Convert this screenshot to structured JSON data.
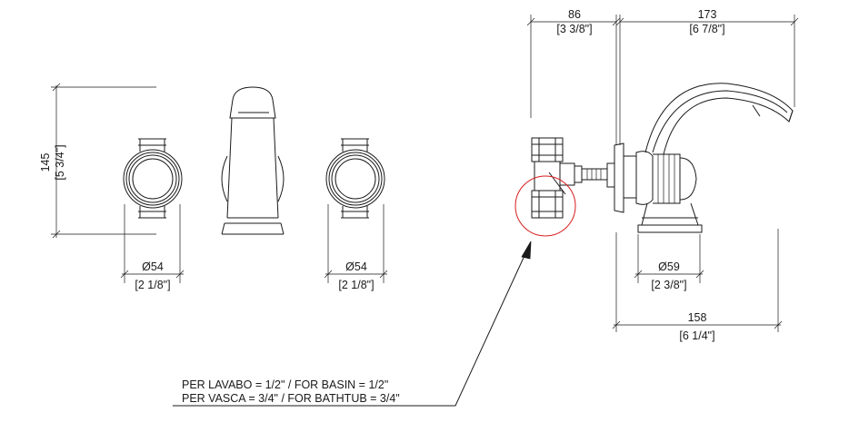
{
  "colors": {
    "line": "#1a1a1a",
    "highlight": "#d81e1e",
    "background": "#ffffff"
  },
  "dimensions": {
    "height": {
      "mm": "145",
      "inch": "[5 3/4\"]"
    },
    "left_handle_dia": {
      "mm": "Ø54",
      "inch": "[2 1/8\"]"
    },
    "right_handle_dia": {
      "mm": "Ø54",
      "inch": "[2 1/8\"]"
    },
    "connector_depth": {
      "mm": "86",
      "inch": "[3 3/8\"]"
    },
    "spout_reach": {
      "mm": "173",
      "inch": "[6 7/8\"]"
    },
    "base_dia": {
      "mm": "Ø59",
      "inch": "[2 3/8\"]"
    },
    "overall_depth": {
      "mm": "158",
      "inch": "[6 1/4\"]"
    }
  },
  "note": {
    "line1": "PER LAVABO = 1/2\" / FOR BASIN = 1/2\"",
    "line2": "PER VASCA = 3/4\" / FOR BATHTUB = 3/4\""
  }
}
